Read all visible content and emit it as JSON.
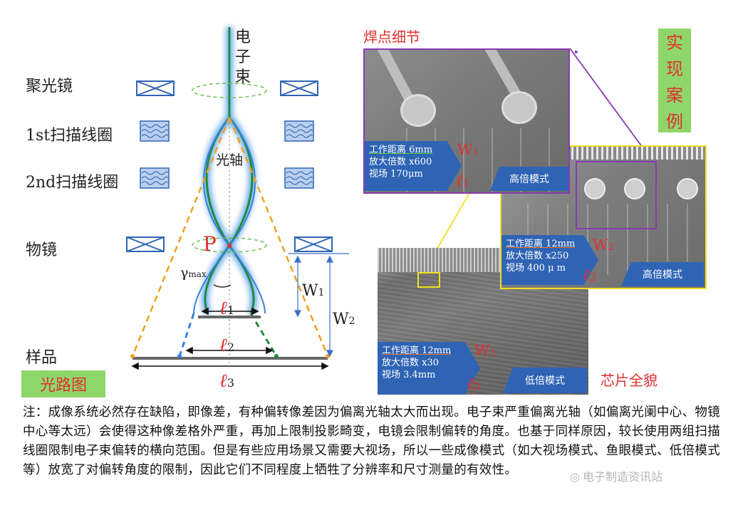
{
  "left": {
    "labels": {
      "condenser": "聚光镜",
      "scan1": "1st扫描线圈",
      "scan2": "2nd扫描线圈",
      "objective": "物镜",
      "sample": "样品",
      "beam_1": "电",
      "beam_2": "子",
      "beam_3": "束",
      "axis": "光轴",
      "point": "P",
      "gamma": "γ",
      "gamma_sub": "max",
      "w1": "W",
      "w1_sub": "1",
      "w2": "W",
      "w2_sub": "2",
      "l1": "ℓ",
      "l1_sub": "1",
      "l2": "ℓ",
      "l2_sub": "2",
      "l3": "ℓ",
      "l3_sub": "3"
    },
    "badge": "光路图",
    "colors": {
      "beam": "#1e8c3c",
      "glow": "#3a8eea",
      "cone": "#f0a020",
      "badge_bg": "#8fd66a",
      "coil_border": "#2f64b5"
    }
  },
  "right": {
    "title_detail": "焊点细节",
    "title_overview": "芯片全貌",
    "case_badge": [
      "实",
      "现",
      "案",
      "例"
    ],
    "panels": {
      "high1": {
        "lines": [
          "工作距离 6mm",
          "放大倍数 x600",
          "视场 170μm"
        ],
        "w": "W",
        "w_sub": "1",
        "l": "ℓ",
        "l_sub": "1",
        "mode": "高倍模式"
      },
      "high2": {
        "lines": [
          "工作距离 12mm",
          "放大倍数 x250",
          "视场 400 μ m"
        ],
        "w": "W",
        "w_sub": "2",
        "l": "ℓ",
        "l_sub": "2",
        "mode": "高倍模式"
      },
      "low": {
        "lines": [
          "工作距离 12mm",
          "放大倍数 x30",
          "视场 3.4mm"
        ],
        "w": "W",
        "w_sub": "2",
        "l": "ℓ",
        "l_sub": "3",
        "mode": "低倍模式"
      }
    },
    "colors": {
      "purple": "#8a3ab0",
      "yellow": "#f0e020",
      "info_bg": "#2f64b5",
      "case_bg": "#8fd66a",
      "red": "#e03030"
    }
  },
  "note": "注：成像系统必然存在缺陷，即像差，有种偏转像差因为偏离光轴太大而出现。电子束严重偏离光轴（如偏离光阑中心、物镜中心等太远）会使得这种像差格外严重，再加上限制投影畸变，电镜会限制偏转的角度。也基于同样原因，较长使用两组扫描线圈限制电子束偏转的横向范围。但是有些应用场景又需要大视场，所以一些成像模式（如大视场模式、鱼眼模式、低倍模式等）放宽了对偏转角度的限制，因此它们不同程度上牺牲了分辨率和尺寸测量的有效性。",
  "watermark": "电子制造资讯站"
}
